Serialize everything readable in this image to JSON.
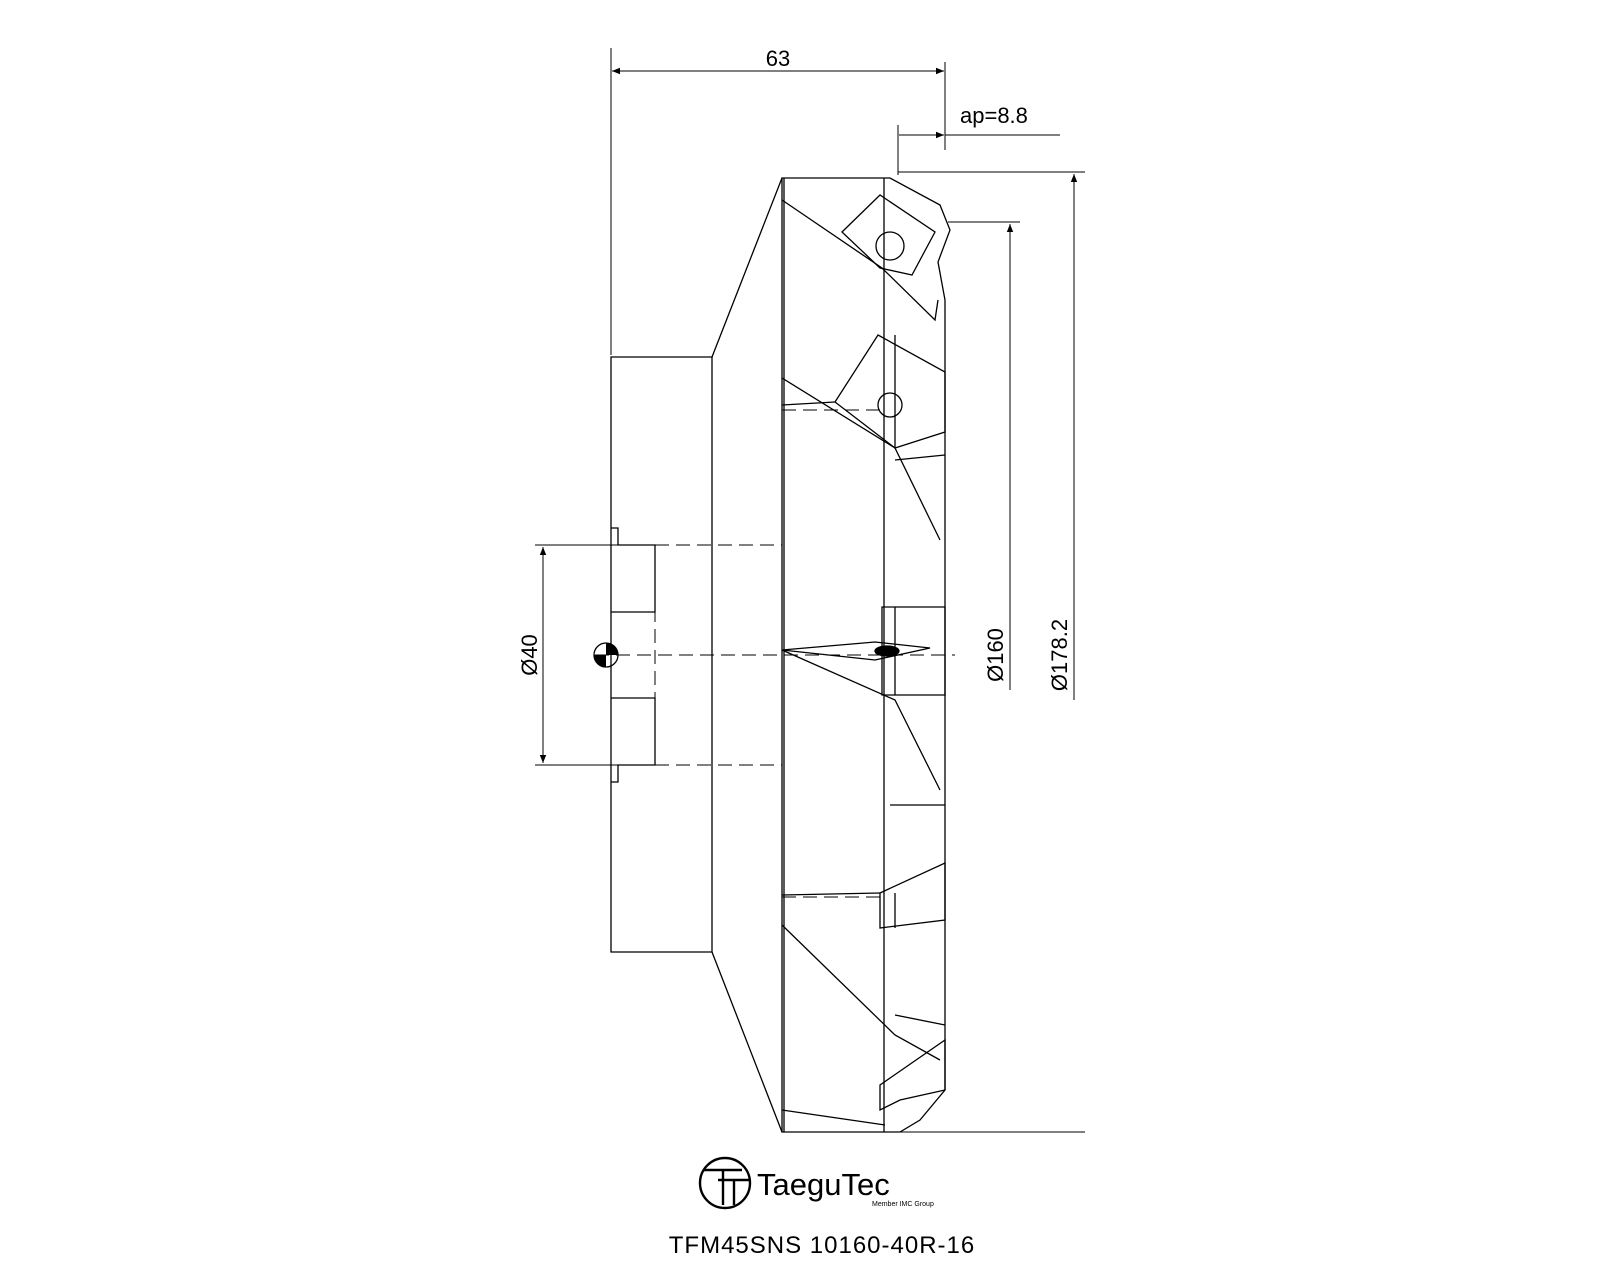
{
  "dimensions": {
    "length": "63",
    "ap": "ap=8.8",
    "bore": "Ø40",
    "cutter_dia": "Ø160",
    "outer_dia": "Ø178.2"
  },
  "brand": {
    "name": "TaeguTec",
    "tagline": "Member IMC Group"
  },
  "part_number": "TFM45SNS 10160-40R-16"
}
